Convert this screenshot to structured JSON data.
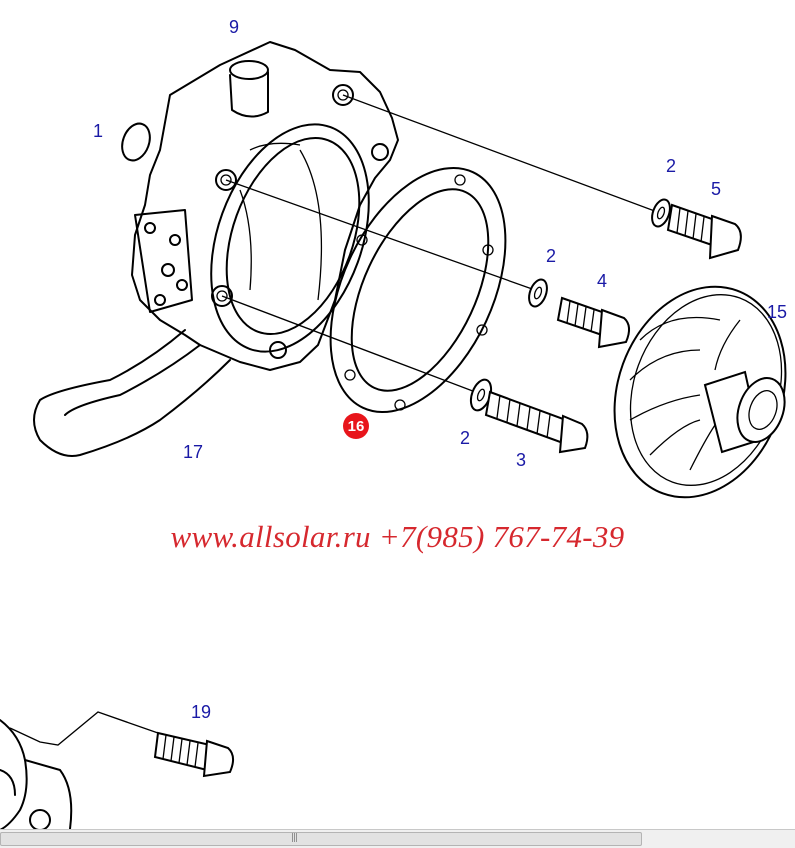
{
  "diagram": {
    "callouts": {
      "c9": "9",
      "c1": "1",
      "c2a": "2",
      "c5": "5",
      "c2b": "2",
      "c4": "4",
      "c15": "15",
      "c16": "16",
      "c2c": "2",
      "c3": "3",
      "c17": "17",
      "c19": "19"
    },
    "highlight_color": "#e8151b",
    "callout_color": "#1a1aa6"
  },
  "watermark": {
    "text": "www.allsolar.ru +7(985) 767-74-39",
    "color": "#d6282e"
  },
  "scrollbar": {
    "grip": "|||"
  }
}
